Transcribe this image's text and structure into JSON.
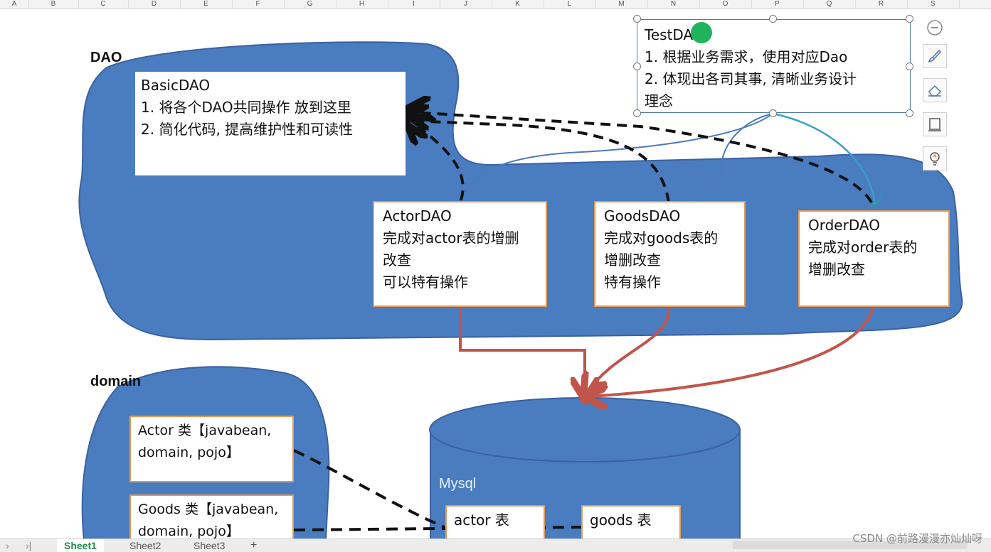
{
  "columns": [
    "A",
    "B",
    "C",
    "D",
    "E",
    "F",
    "G",
    "H",
    "I",
    "J",
    "K",
    "L",
    "M",
    "N",
    "O",
    "P",
    "Q",
    "R",
    "S"
  ],
  "labels": {
    "dao": "DAO",
    "domain": "domain"
  },
  "basic_dao": {
    "lines": [
      "BasicDAO",
      "1. 将各个DAO共同操作 放到这里",
      "2.  简化代码, 提高维护性和可读性"
    ]
  },
  "test_dao": {
    "lines": [
      "TestDAO",
      "1. 根据业务需求，使用对应Dao",
      "2. 体现出各司其事, 清晰业务设计",
      "理念"
    ]
  },
  "actor_dao": {
    "lines": [
      "ActorDAO",
      "完成对actor表的增删",
      "改查",
      "可以特有操作"
    ]
  },
  "goods_dao": {
    "lines": [
      "GoodsDAO",
      "完成对goods表的",
      "增删改查",
      "特有操作"
    ]
  },
  "order_dao": {
    "lines": [
      "OrderDAO",
      "完成对order表的",
      "增删改查"
    ]
  },
  "actor_class": {
    "lines": [
      "Actor 类【javabean,",
      "domain, pojo】"
    ]
  },
  "goods_class": {
    "lines": [
      "Goods 类【javabean,",
      "domain, pojo】"
    ]
  },
  "mysql": {
    "label": "Mysql",
    "actor_table": "actor 表",
    "goods_table": "goods 表"
  },
  "toolbar": {
    "icons": [
      "minus-circle-icon",
      "brush-icon",
      "eraser-icon",
      "frame-icon",
      "bulb-icon"
    ]
  },
  "sheets": {
    "tabs": [
      "Sheet1",
      "Sheet2",
      "Sheet3"
    ],
    "active": "Sheet1",
    "add": "+"
  },
  "watermark": "CSDN @前路漫漫亦灿灿呀",
  "colors": {
    "blob": "#4a7cc0",
    "blob_stroke": "#3a62a0",
    "box_border": "#e39a57",
    "db_arrow": "#c0554c",
    "link_arrow": "#4a7cc0"
  }
}
